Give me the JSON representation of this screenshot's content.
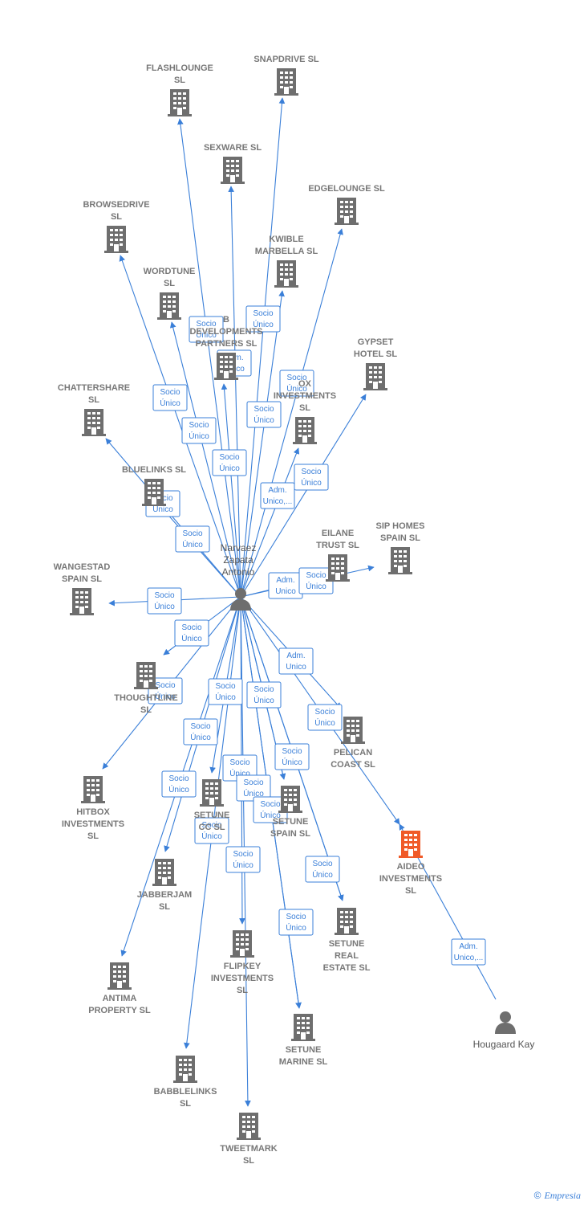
{
  "colors": {
    "edge": "#3a7fd8",
    "building": "#6e6e6e",
    "highlight": "#f05a28",
    "person": "#6e6e6e"
  },
  "center": {
    "name": "center-person",
    "label": [
      "Narvaez",
      "Zapata",
      "Antonio"
    ]
  },
  "secondary_person": {
    "name": "hougaard-kay",
    "label": [
      "Hougaard Kay"
    ]
  },
  "companies": [
    {
      "id": "flashlounge",
      "label": [
        "FLASHLOUNGE",
        "SL"
      ],
      "highlight": false
    },
    {
      "id": "snapdrive",
      "label": [
        "SNAPDRIVE  SL"
      ],
      "highlight": false
    },
    {
      "id": "sexware",
      "label": [
        "SEXWARE SL"
      ],
      "highlight": false
    },
    {
      "id": "edgelounge",
      "label": [
        "EDGELOUNGE SL"
      ],
      "highlight": false
    },
    {
      "id": "browsedrive",
      "label": [
        "BROWSEDRIVE",
        "SL"
      ],
      "highlight": false
    },
    {
      "id": "kwible",
      "label": [
        "KWIBLE",
        "MARBELLA  SL"
      ],
      "highlight": false
    },
    {
      "id": "wordtune",
      "label": [
        "WORDTUNE",
        "SL"
      ],
      "highlight": false
    },
    {
      "id": "b-developments",
      "label": [
        "B",
        "DEVELOPMENTS",
        "PARTNERS  SL"
      ],
      "highlight": false
    },
    {
      "id": "gypset",
      "label": [
        "GYPSET",
        "HOTEL  SL"
      ],
      "highlight": false
    },
    {
      "id": "chattershare",
      "label": [
        "CHATTERSHARE",
        "SL"
      ],
      "highlight": false
    },
    {
      "id": "ox-investments",
      "label": [
        "OX",
        "INVESTMENTS",
        "SL"
      ],
      "highlight": false
    },
    {
      "id": "bluelinks",
      "label": [
        "BLUELINKS  SL"
      ],
      "highlight": false
    },
    {
      "id": "eilane",
      "label": [
        "EILANE",
        "TRUST  SL"
      ],
      "highlight": false
    },
    {
      "id": "sip-homes",
      "label": [
        "SIP HOMES",
        "SPAIN  SL"
      ],
      "highlight": false
    },
    {
      "id": "wangestad",
      "label": [
        "WANGESTAD",
        "SPAIN  SL"
      ],
      "highlight": false
    },
    {
      "id": "thoughtline",
      "label": [
        "THOUGHTLINE",
        "SL"
      ],
      "highlight": false
    },
    {
      "id": "pelican",
      "label": [
        "PELICAN",
        "COAST  SL"
      ],
      "highlight": false
    },
    {
      "id": "hitbox",
      "label": [
        "HITBOX",
        "INVESTMENTS",
        "SL"
      ],
      "highlight": false
    },
    {
      "id": "setune-cc",
      "label": [
        "SETUNE",
        "CC  SL"
      ],
      "highlight": false
    },
    {
      "id": "setune-spain",
      "label": [
        "SETUNE",
        "SPAIN  SL"
      ],
      "highlight": false
    },
    {
      "id": "aideo",
      "label": [
        "AIDEO",
        "INVESTMENTS",
        "SL"
      ],
      "highlight": true
    },
    {
      "id": "jabberjam",
      "label": [
        "JABBERJAM",
        "SL"
      ],
      "highlight": false
    },
    {
      "id": "setune-real",
      "label": [
        "SETUNE",
        "REAL",
        "ESTATE  SL"
      ],
      "highlight": false
    },
    {
      "id": "flipkey",
      "label": [
        "FLIPKEY",
        "INVESTMENTS",
        "SL"
      ],
      "highlight": false
    },
    {
      "id": "antima",
      "label": [
        "ANTIMA",
        "PROPERTY  SL"
      ],
      "highlight": false
    },
    {
      "id": "setune-marine",
      "label": [
        "SETUNE",
        "MARINE  SL"
      ],
      "highlight": false
    },
    {
      "id": "babblelinks",
      "label": [
        "BABBLELINKS",
        "SL"
      ],
      "highlight": false
    },
    {
      "id": "tweetmark",
      "label": [
        "TWEETMARK",
        "SL"
      ],
      "highlight": false
    }
  ],
  "edges": [
    {
      "from": "center",
      "to": "flashlounge",
      "label": [
        "Socio",
        "Único"
      ]
    },
    {
      "from": "center",
      "to": "snapdrive",
      "label": [
        "Socio",
        "Único"
      ]
    },
    {
      "from": "center",
      "to": "sexware",
      "label": [
        "Socio",
        "Único"
      ]
    },
    {
      "from": "center",
      "to": "edgelounge",
      "label": [
        "Socio",
        "Único"
      ]
    },
    {
      "from": "center",
      "to": "browsedrive",
      "label": [
        "Socio",
        "Único"
      ]
    },
    {
      "from": "center",
      "to": "kwible",
      "label": [
        "Socio",
        "Único"
      ]
    },
    {
      "from": "center",
      "to": "wordtune",
      "label": [
        "Socio",
        "Único"
      ]
    },
    {
      "from": "center",
      "to": "b-developments",
      "label": [
        "Adm.",
        "Unico"
      ]
    },
    {
      "from": "center",
      "to": "gypset",
      "label": [
        "Socio",
        "Único"
      ]
    },
    {
      "from": "center",
      "to": "chattershare",
      "label": [
        "Socio",
        "Único"
      ]
    },
    {
      "from": "center",
      "to": "ox-investments",
      "label": [
        "Adm.",
        "Unico,..."
      ]
    },
    {
      "from": "center",
      "to": "bluelinks",
      "label": [
        "Socio",
        "Único"
      ]
    },
    {
      "from": "center",
      "to": "eilane",
      "label": [
        "Adm.",
        "Unico"
      ]
    },
    {
      "from": "center",
      "to": "sip-homes",
      "label": [
        "Socio",
        "Único"
      ]
    },
    {
      "from": "center",
      "to": "wangestad",
      "label": [
        "Socio",
        "Único"
      ]
    },
    {
      "from": "center",
      "to": "thoughtline",
      "label": [
        "Socio",
        "Único"
      ]
    },
    {
      "from": "center",
      "to": "pelican",
      "label": [
        "Adm.",
        "Unico"
      ]
    },
    {
      "from": "center",
      "to": "hitbox",
      "label": [
        "Socio",
        "Único"
      ]
    },
    {
      "from": "center",
      "to": "setune-cc",
      "label": [
        "Socio",
        "Único"
      ]
    },
    {
      "from": "center",
      "to": "setune-spain",
      "label": [
        "Socio",
        "Único"
      ]
    },
    {
      "from": "center",
      "to": "aideo",
      "label": [
        "Socio",
        "Único"
      ]
    },
    {
      "from": "center",
      "to": "jabberjam",
      "label": [
        "Socio",
        "Único"
      ]
    },
    {
      "from": "center",
      "to": "setune-real",
      "label": [
        "Socio",
        "Único"
      ]
    },
    {
      "from": "center",
      "to": "flipkey",
      "label": [
        "Socio",
        "Único"
      ]
    },
    {
      "from": "center",
      "to": "antima",
      "label": [
        "Socio",
        "Único"
      ]
    },
    {
      "from": "center",
      "to": "setune-marine",
      "label": [
        "Socio",
        "Único"
      ]
    },
    {
      "from": "center",
      "to": "babblelinks",
      "label": [
        "Socio",
        "Único"
      ]
    },
    {
      "from": "center",
      "to": "tweetmark",
      "label": [
        "Socio",
        "Único"
      ]
    },
    {
      "from": "center",
      "to": "setune-marine",
      "label": [
        "Socio",
        "Único"
      ]
    },
    {
      "from": "center",
      "to": "setune-spain",
      "label": [
        "Socio",
        "Único"
      ]
    },
    {
      "from": "center",
      "to": "setune-real",
      "label": [
        "Socio",
        "Único"
      ]
    },
    {
      "from": "hougaard-kay",
      "to": "aideo",
      "label": [
        "Adm.",
        "Unico,..."
      ]
    }
  ],
  "footer": {
    "copyright": "©",
    "brand": "Empresia"
  }
}
